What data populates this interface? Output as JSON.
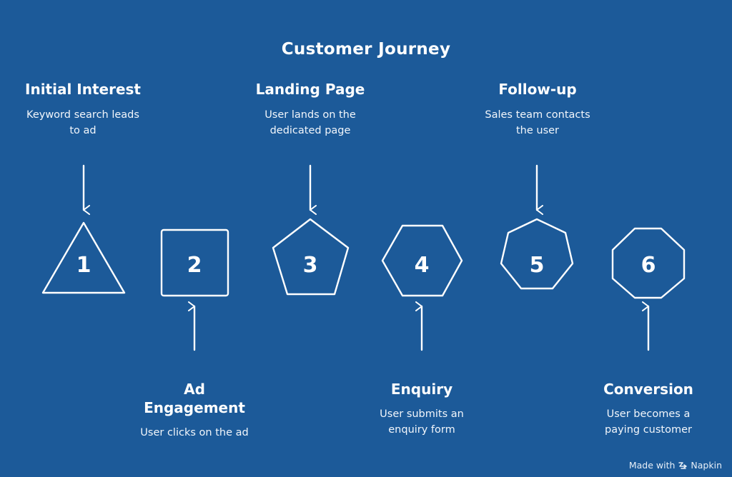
{
  "title": "Customer Journey",
  "stages": [
    {
      "number": "1",
      "label": "Initial Interest",
      "description_lines": [
        "Keyword search leads",
        "to ad"
      ],
      "shape": "triangle",
      "text_position": "top"
    },
    {
      "number": "2",
      "label_lines": [
        "Ad",
        "Engagement"
      ],
      "description_lines": [
        "User clicks on the ad"
      ],
      "shape": "square",
      "text_position": "bottom"
    },
    {
      "number": "3",
      "label": "Landing Page",
      "description_lines": [
        "User lands on the",
        "dedicated page"
      ],
      "shape": "pentagon",
      "text_position": "top"
    },
    {
      "number": "4",
      "label": "Enquiry",
      "description_lines": [
        "User submits an",
        "enquiry form"
      ],
      "shape": "hexagon",
      "text_position": "bottom"
    },
    {
      "number": "5",
      "label": "Follow-up",
      "description_lines": [
        "Sales team contacts",
        "the user"
      ],
      "shape": "heptagon",
      "text_position": "top"
    },
    {
      "number": "6",
      "label": "Conversion",
      "description_lines": [
        "User becomes a",
        "paying customer"
      ],
      "shape": "octagon",
      "text_position": "bottom"
    }
  ],
  "footer": {
    "made_with": "Made with",
    "brand": "Napkin"
  },
  "colors": {
    "background": "#1c5a99",
    "foreground": "#ffffff"
  }
}
